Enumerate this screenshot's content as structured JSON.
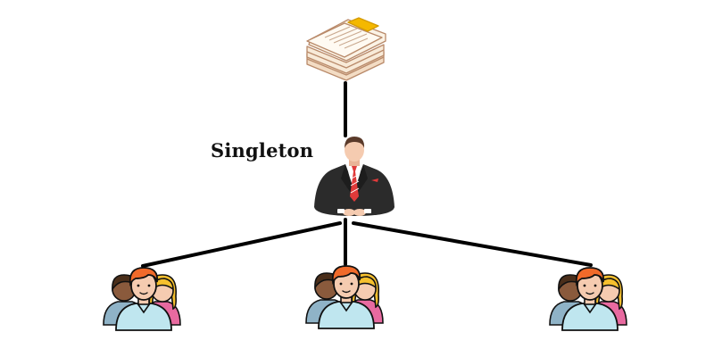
{
  "diagram": {
    "label": "Singleton",
    "nodes": [
      {
        "id": "documents",
        "icon": "documents-icon"
      },
      {
        "id": "singleton",
        "icon": "businessman-icon"
      },
      {
        "id": "group-left",
        "icon": "user-group-icon"
      },
      {
        "id": "group-center",
        "icon": "user-group-icon"
      },
      {
        "id": "group-right",
        "icon": "user-group-icon"
      }
    ],
    "edges": [
      {
        "from": "documents",
        "to": "singleton"
      },
      {
        "from": "singleton",
        "to": "group-left"
      },
      {
        "from": "singleton",
        "to": "group-center"
      },
      {
        "from": "singleton",
        "to": "group-right"
      }
    ],
    "colors": {
      "line": "#000000",
      "paper": "#f8ead8",
      "paper_outline": "#b98a6a",
      "highlight": "#f4b800",
      "suit": "#2b2b2b",
      "tie": "#e03a3a",
      "skin": "#f5cbb0",
      "hair_red": "#f06a2a",
      "hair_blond": "#f6c02e",
      "hair_dark": "#4a2e1a",
      "shirt": "#bfe6ef",
      "skin_dark": "#8a5a3c"
    }
  }
}
